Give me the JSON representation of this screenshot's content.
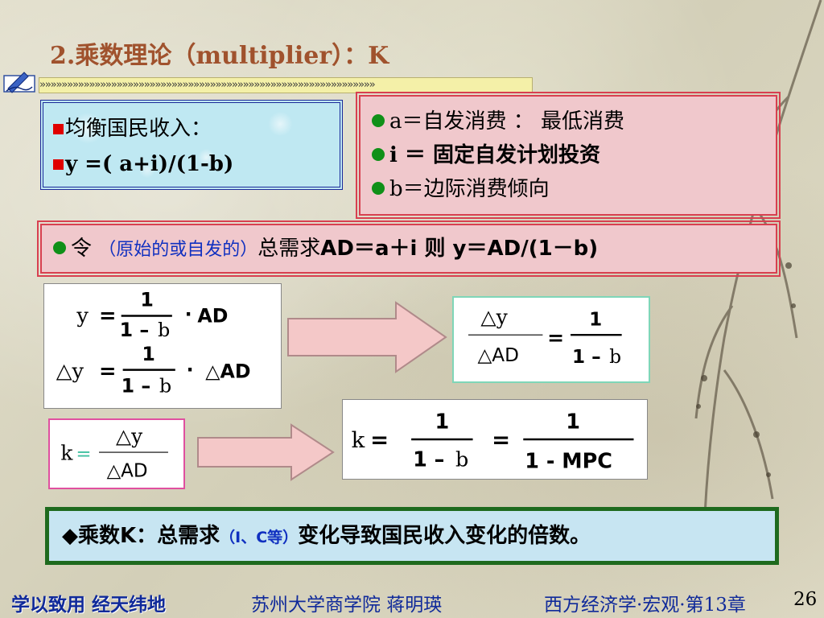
{
  "title": "2.乘数理论（multiplier）：K",
  "arrow_strip": "»»»»»»»»»»»»»»»»»»»»»»»»»»»»»»»»»»»»»»»»»»»»»»»»»»»»»»»»»»»»»",
  "blue_box": {
    "line1": "均衡国民收入：",
    "line2": "y =( a+i)/(1-b)"
  },
  "definitions": [
    "a＝自发消费 ：  最低消费",
    "i ＝ 固定自发计划投资",
    "b＝边际消费倾向"
  ],
  "let_line": {
    "prefix": "令 ",
    "paren": "（原始的或自发的）",
    "middle": "总需求",
    "expr": "AD＝a＋i  则 y＝AD/(1－b)"
  },
  "formulas": {
    "y": "y",
    "dy": "△y",
    "eq": "=",
    "one": "1",
    "one_minus": "1 –",
    "b": "b",
    "dot": "·",
    "ad": "AD",
    "dad": "△AD",
    "k": "k",
    "mpc_den": "1 - MPC"
  },
  "summary": {
    "diamond": "◆",
    "lead": "乘数K：总需求",
    "paren": "（I、C等）",
    "tail": "变化导致国民收入变化的倍数。"
  },
  "footer": {
    "left": "学以致用  经天纬地",
    "mid": "苏州大学商学院    蒋明瑛",
    "right": "西方经济学·宏观·第13章",
    "page": "26"
  },
  "colors": {
    "title": "#a0522d",
    "footer": "#102a9a",
    "bullet_green": "#109018",
    "bullet_red": "#e00000"
  }
}
